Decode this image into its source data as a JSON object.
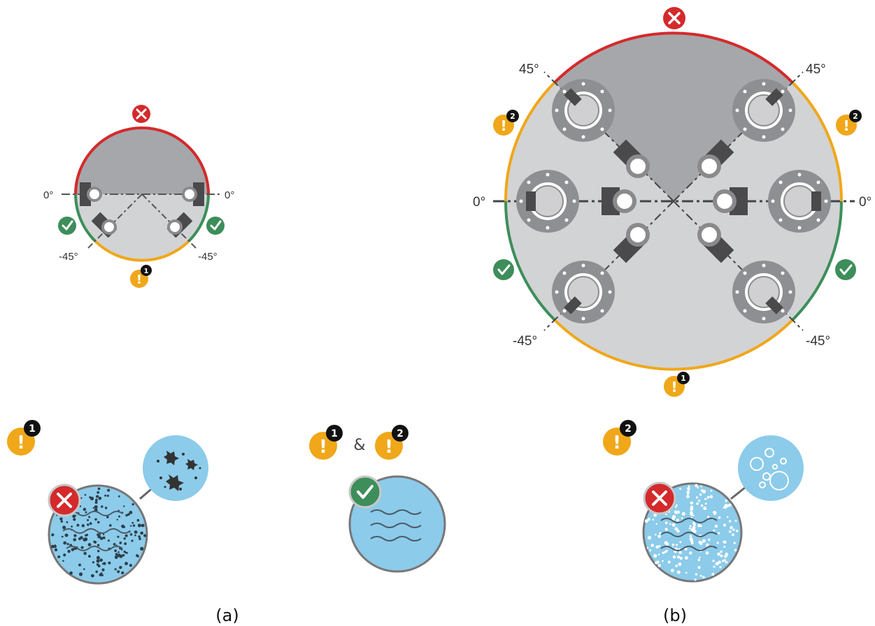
{
  "colors": {
    "red": "#d42a2c",
    "orange": "#f0a719",
    "green": "#3d8e5a",
    "dark_gray": "#a6a7aa",
    "light_gray": "#d2d3d5",
    "nozzle_dark": "#4a4a4c",
    "water": "#8ccbea"
  },
  "panel_a": {
    "angles": {
      "left_top": "0°",
      "right_top": "0°",
      "left_bottom": "-45°",
      "right_bottom": "-45°"
    },
    "warning_badge": "1",
    "caption": "(a)"
  },
  "panel_b": {
    "angles": {
      "top_left": "45°",
      "top_right": "45°",
      "mid_left": "0°",
      "mid_right": "0°",
      "bottom_left": "-45°",
      "bottom_right": "-45°"
    },
    "side_warning_badge": "2",
    "bottom_warning_badge": "1",
    "caption": "(b)"
  },
  "legend": {
    "left": {
      "badge": "1",
      "icon": "sediment-icon"
    },
    "middle": {
      "badge_a": "1",
      "separator": "&",
      "badge_b": "2",
      "icon": "clean-water-icon"
    },
    "right": {
      "badge": "2",
      "icon": "air-bubbles-icon"
    }
  }
}
